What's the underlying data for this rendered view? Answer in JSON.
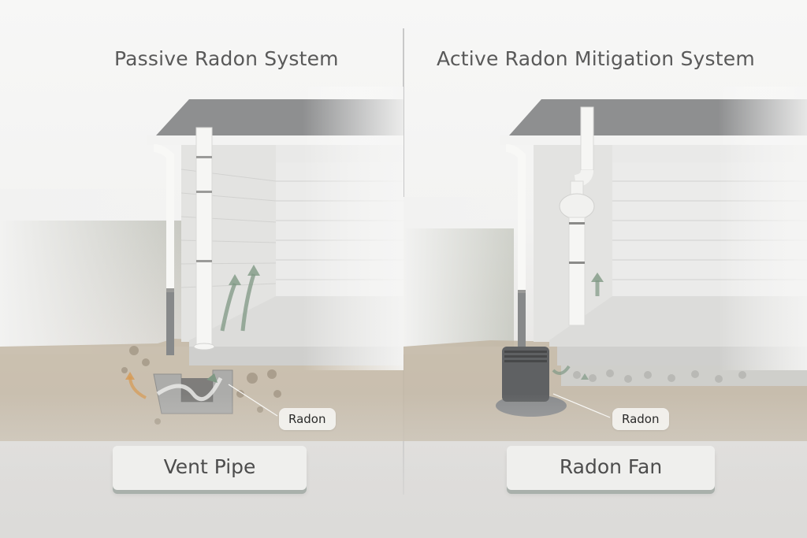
{
  "panels": {
    "passive": {
      "title": "Passive Radon System",
      "callout_label": "Radon",
      "component_label": "Vent Pipe",
      "arrow_colors": {
        "rising_gas": "#7f9884",
        "soil_gas": "#d79a52"
      }
    },
    "active": {
      "title": "Active Radon Mitigation System",
      "callout_label": "Radon",
      "component_label": "Radon Fan",
      "arrow_colors": {
        "rising_gas": "#7f9884"
      }
    }
  },
  "colors": {
    "roof": "#8e8f90",
    "wall_block": "#e4e4e2",
    "pipe": "#f7f7f5",
    "slab": "#d8d8d6",
    "soil": "#b5a690",
    "fan_housing": "#5f6163",
    "label_shadow": "#a9b0ab",
    "title_text": "#595959"
  }
}
